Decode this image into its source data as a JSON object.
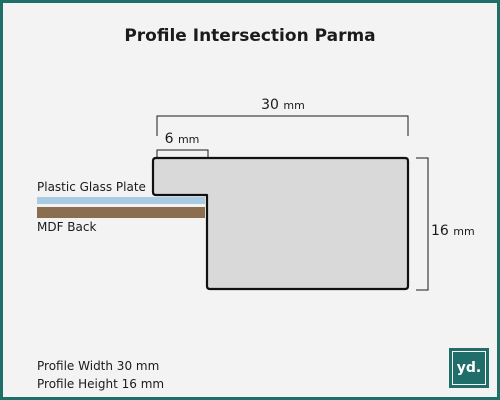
{
  "title": "Profile Intersection Parma",
  "dimensions": {
    "width_value": "30",
    "lip_value": "6",
    "height_value": "16",
    "unit": "mm"
  },
  "layers": {
    "glass_label": "Plastic Glass Plate",
    "back_label": "MDF Back"
  },
  "specs": {
    "width_text": "Profile Width 30 mm",
    "height_text": "Profile Height 16 mm"
  },
  "logo_text": "yd.",
  "colors": {
    "frame_border": "#1f6e6a",
    "background": "#f3f3f3",
    "profile_fill": "#d9d9d9",
    "glass": "#a9cbe3",
    "mdf": "#8b6d4f"
  }
}
